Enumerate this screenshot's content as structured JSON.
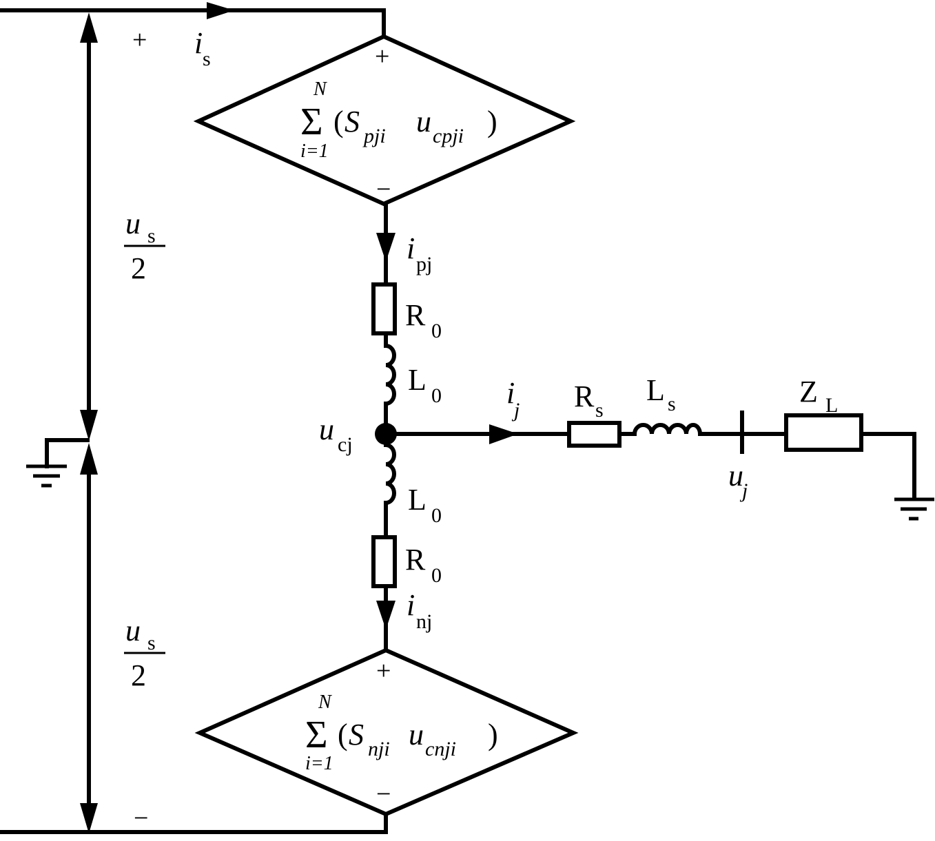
{
  "diagram": {
    "title": "MMC arm equivalent circuit (phase j)",
    "colors": {
      "line": "#000000",
      "background": "#ffffff"
    },
    "source": {
      "plus_label": "+",
      "minus_label": "−",
      "current": {
        "main": "i",
        "sub": "s"
      },
      "upper_half_voltage": {
        "num_main": "u",
        "num_sub": "s",
        "den": "2"
      },
      "lower_half_voltage": {
        "num_main": "u",
        "num_sub": "s",
        "den": "2"
      }
    },
    "upper_arm": {
      "source": {
        "plus": "+",
        "minus": "−",
        "sum_top": "N",
        "sum_symbol": "Σ",
        "sum_bottom": "i=1",
        "open": "(",
        "s_main": "S",
        "s_sub": "pji",
        "u_main": "u",
        "u_sub": "cpji",
        "close": ")"
      },
      "current": {
        "main": "i",
        "sub": "pj"
      },
      "resistor": {
        "main": "R",
        "sub": "0"
      },
      "inductor": {
        "main": "L",
        "sub": "0"
      }
    },
    "lower_arm": {
      "source": {
        "plus": "+",
        "minus": "−",
        "sum_top": "N",
        "sum_symbol": "Σ",
        "sum_bottom": "i=1",
        "open": "(",
        "s_main": "S",
        "s_sub": "nji",
        "u_main": "u",
        "u_sub": "cnji",
        "close": ")"
      },
      "current": {
        "main": "i",
        "sub": "nj"
      },
      "resistor": {
        "main": "R",
        "sub": "0"
      },
      "inductor": {
        "main": "L",
        "sub": "0"
      }
    },
    "node": {
      "main": "u",
      "sub": "cj"
    },
    "output": {
      "current": {
        "main": "i",
        "sub": "j"
      },
      "resistor": {
        "main": "R",
        "sub": "s"
      },
      "inductor": {
        "main": "L",
        "sub": "s"
      },
      "voltage": {
        "main": "u",
        "sub": "j"
      },
      "load": {
        "main": "Z",
        "sub": "L"
      }
    },
    "icons": [
      "ground-icon",
      "ground-icon",
      "arrow-icon"
    ]
  }
}
